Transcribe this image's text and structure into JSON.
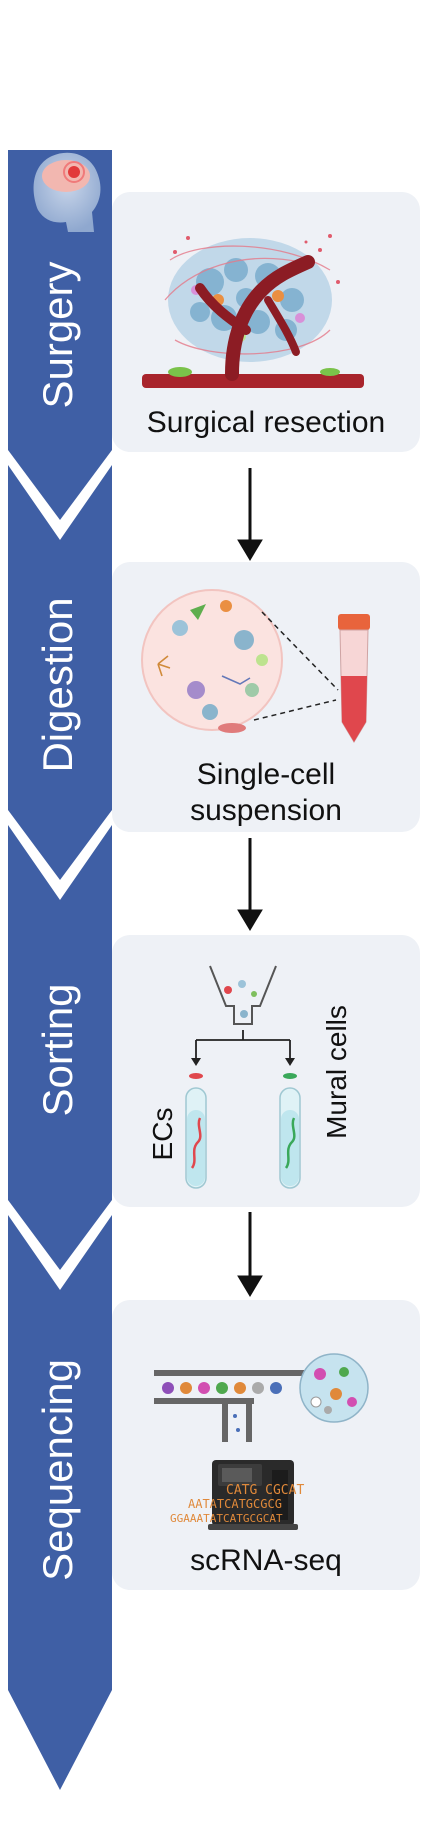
{
  "stages": [
    {
      "label": "Surgery"
    },
    {
      "label": "Digestion"
    },
    {
      "label": "Sorting"
    },
    {
      "label": "Sequencing"
    }
  ],
  "panels": {
    "surgery": {
      "caption": "Surgical resection"
    },
    "digestion": {
      "caption_line1": "Single-cell",
      "caption_line2": "suspension"
    },
    "sorting": {
      "left_label": "ECs",
      "right_label": "Mural cells"
    },
    "sequencing": {
      "caption": "scRNA-seq",
      "seq_text_1": "CATG CGCAT",
      "seq_text_2": "AATATCATGCGCG",
      "seq_text_3": "GGAAATATCATGCGCAT"
    }
  },
  "colors": {
    "stage_bar": "#3f5fa5",
    "panel_bg": "#eef1f6",
    "vessel": "#a8242c",
    "tube_red": "#e0474d",
    "tube_cap": "#e8643c",
    "tube_blue": "#bfe6ee",
    "sequencer_text": "#e0893a"
  },
  "icons": {
    "head": "head-with-brain-icon",
    "tumor": "tumor-vessel-illustration",
    "cells": "cell-suspension-circle",
    "tube": "falcon-tube-icon",
    "funnel": "cell-sorter-funnel-icon",
    "sequencer": "sequencer-machine-icon"
  }
}
